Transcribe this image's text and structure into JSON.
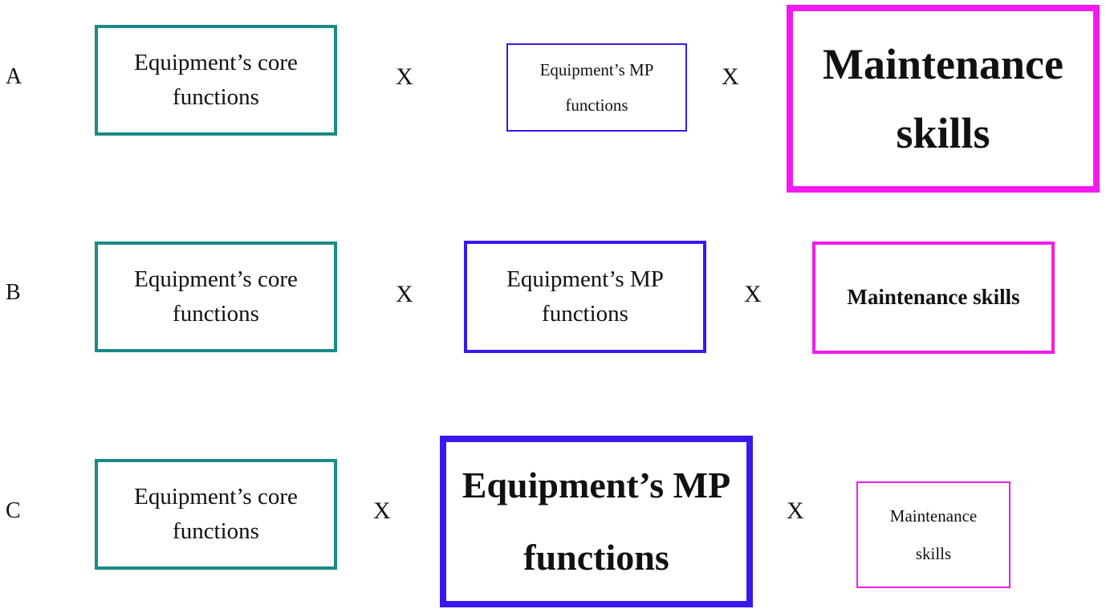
{
  "rows": [
    {
      "label": "A",
      "core": "Equipment’s core functions",
      "op1": "X",
      "mp": "Equipment’s MP functions",
      "op2": "X",
      "skills": "Maintenance skills"
    },
    {
      "label": "B",
      "core": "Equipment’s core functions",
      "op1": "X",
      "mp": "Equipment’s MP functions",
      "op2": "X",
      "skills": "Maintenance skills"
    },
    {
      "label": "C",
      "core": "Equipment’s core functions",
      "op1": "X",
      "mp": "Equipment’s MP functions",
      "op2": "X",
      "skills": "Maintenance skills"
    }
  ],
  "colors": {
    "core_border": "#1a8a86",
    "mp_border": "#3a16f0",
    "skills_border": "#f21af0"
  }
}
